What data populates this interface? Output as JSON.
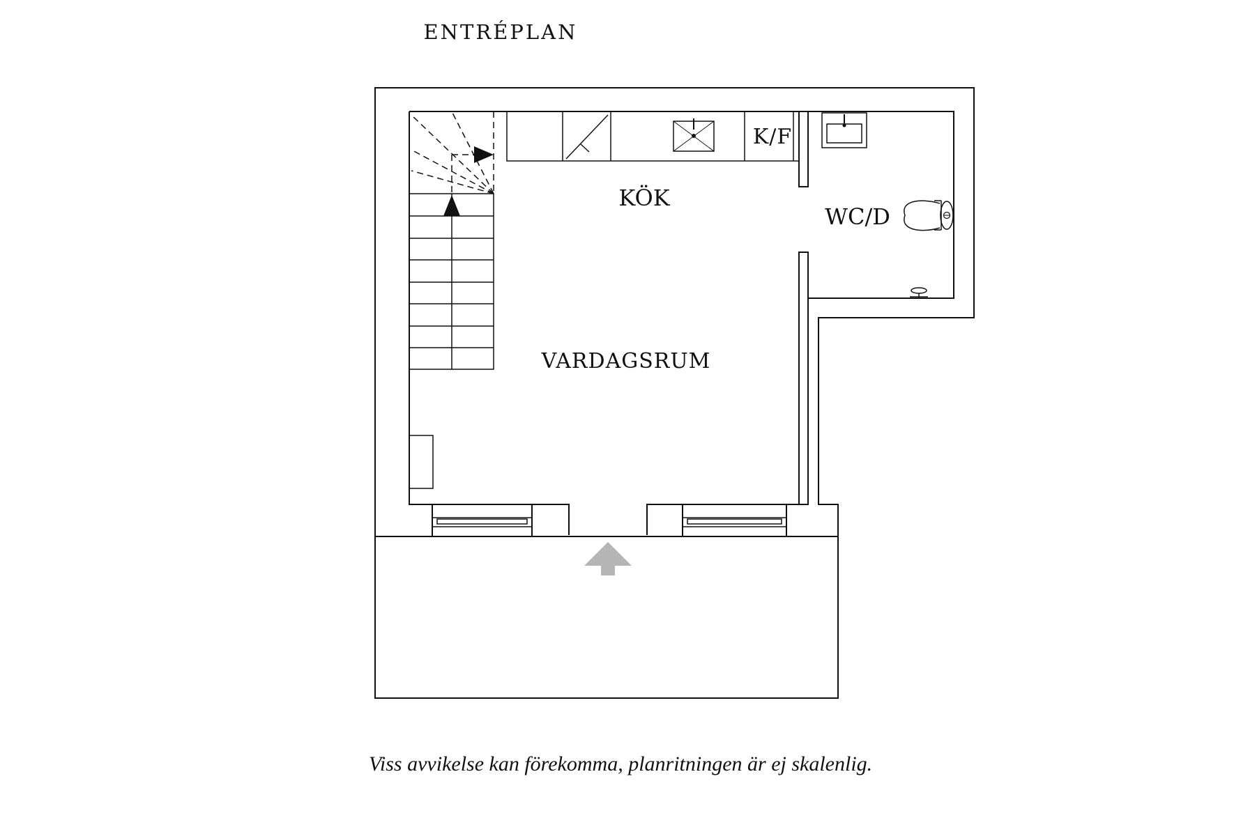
{
  "header": {
    "title": "ENTRÉPLAN"
  },
  "rooms": {
    "kitchen": "KÖK",
    "fridge_freezer": "K/F",
    "wc": "WC/D",
    "living": "VARDAGSRUM"
  },
  "footer": {
    "disclaimer": "Viss avvikelse kan förekomma, planritningen är ej skalenlig."
  },
  "colors": {
    "line": "#111111",
    "entry_arrow": "#b5b5b5",
    "background": "#ffffff"
  },
  "icons": [
    "stair-arrow-icon",
    "sink-icon",
    "dishwasher-icon",
    "toilet-icon",
    "washbasin-icon",
    "floor-drain-icon",
    "entry-arrow-icon"
  ]
}
